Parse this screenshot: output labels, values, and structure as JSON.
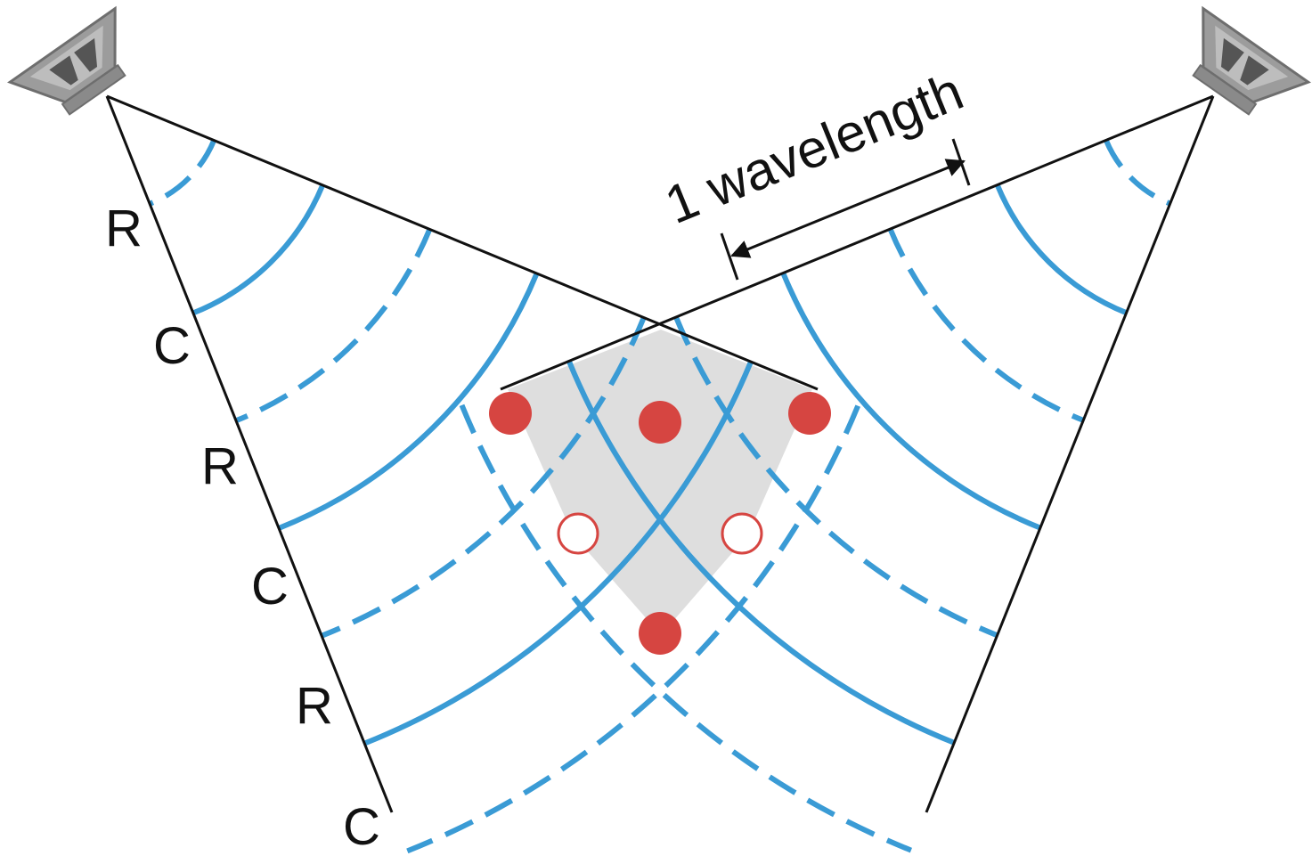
{
  "diagram": {
    "wavelength_label": "1 wavelength",
    "left_edge_labels": [
      "R",
      "C",
      "R",
      "C",
      "R",
      "C"
    ],
    "wave_color": "#3a9bd5",
    "dot_color": "#d64541",
    "region_color": "#dedede",
    "icons": [
      "speaker-icon",
      "speaker-icon"
    ]
  }
}
